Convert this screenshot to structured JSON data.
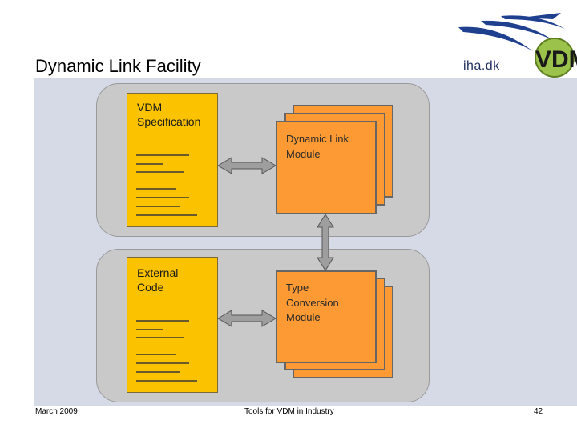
{
  "slide": {
    "title": "Dynamic Link Facility",
    "logo_text": "iha.dk",
    "logo_mark": "VDM"
  },
  "diagram": {
    "upper_group": {
      "document_label": "VDM\nSpecification",
      "module_label": "Dynamic Link\nModule"
    },
    "lower_group": {
      "document_label": "External\nCode",
      "module_label": "Type\nConversion\nModule"
    }
  },
  "footer": {
    "date": "March 2009",
    "center": "Tools for VDM in Industry",
    "page": "42"
  },
  "colors": {
    "background_panel": "#d5dae6",
    "group_fill": "#c9c9c9",
    "document_fill": "#fbc200",
    "module_fill": "#fe9a33",
    "arrow_fill": "#9e9e9e",
    "logo_blue": "#1f3f8f",
    "logo_green": "#7da836"
  }
}
